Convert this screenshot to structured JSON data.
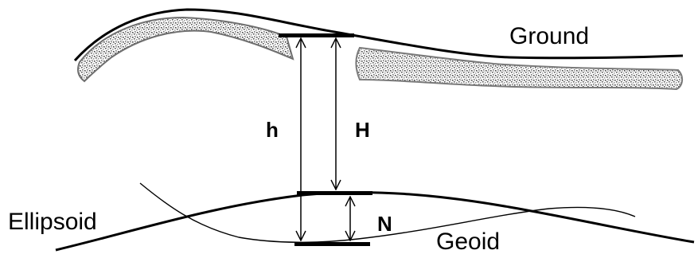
{
  "labels": {
    "ground": "Ground",
    "h_small": "h",
    "h_big": "H",
    "n": "N",
    "ellipsoid": "Ellipsoid",
    "geoid": "Geoid"
  },
  "colors": {
    "ink": "#000000",
    "ground_texture": "#8a8a8a",
    "background": "#ffffff"
  }
}
